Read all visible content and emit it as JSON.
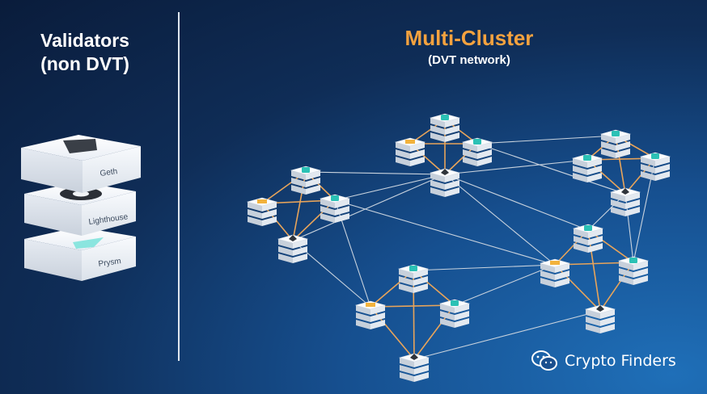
{
  "left": {
    "title_line1": "Validators",
    "title_line2": "(non DVT)",
    "layers": [
      {
        "label": "Geth",
        "icon": "ethereum-icon"
      },
      {
        "label": "Lighthouse",
        "icon": "lighthouse-icon"
      },
      {
        "label": "Prysm",
        "icon": "prysm-icon"
      }
    ]
  },
  "right": {
    "title": "Multi-Cluster",
    "subtitle": "(DVT network)"
  },
  "colors": {
    "title_accent": "#f4a23f",
    "cluster_edge": "#e8a45a",
    "network_edge": "#c9d3de",
    "node_icon": "#2bc1b5"
  },
  "watermark": {
    "text": "Crypto Finders",
    "icon": "wechat-icon"
  }
}
